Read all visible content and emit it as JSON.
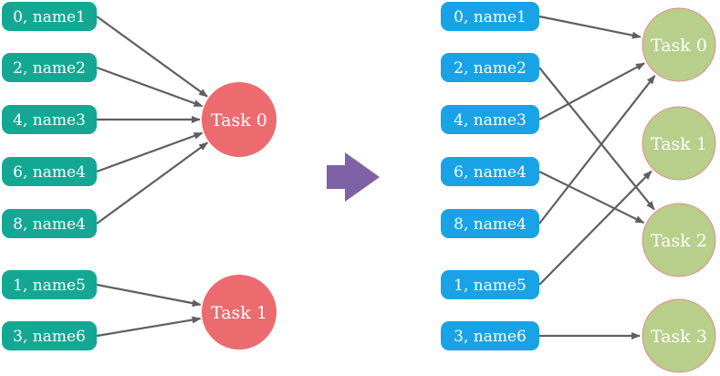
{
  "colors": {
    "left_pill": "#14a894",
    "right_pill": "#19a3e6",
    "task_red": "#ec6b6f",
    "task_green": "#b7cf8b",
    "arrow": "#5f5f5f",
    "transform_arrow": "#7f62a6"
  },
  "left": {
    "records": [
      "0, name1",
      "2, name2",
      "4, name3",
      "6, name4",
      "8, name4",
      "1, name5",
      "3, name6"
    ],
    "tasks": [
      "Task 0",
      "Task 1"
    ],
    "edges": [
      [
        0,
        0
      ],
      [
        1,
        0
      ],
      [
        2,
        0
      ],
      [
        3,
        0
      ],
      [
        4,
        0
      ],
      [
        5,
        1
      ],
      [
        6,
        1
      ]
    ]
  },
  "right": {
    "records": [
      "0, name1",
      "2, name2",
      "4, name3",
      "6, name4",
      "8, name4",
      "1, name5",
      "3, name6"
    ],
    "tasks": [
      "Task 0",
      "Task 1",
      "Task 2",
      "Task 3"
    ],
    "edges": [
      [
        0,
        0
      ],
      [
        1,
        2
      ],
      [
        2,
        0
      ],
      [
        3,
        2
      ],
      [
        4,
        0
      ],
      [
        5,
        1
      ],
      [
        6,
        3
      ]
    ]
  },
  "transform_arrow_icon": "right-arrow-icon"
}
